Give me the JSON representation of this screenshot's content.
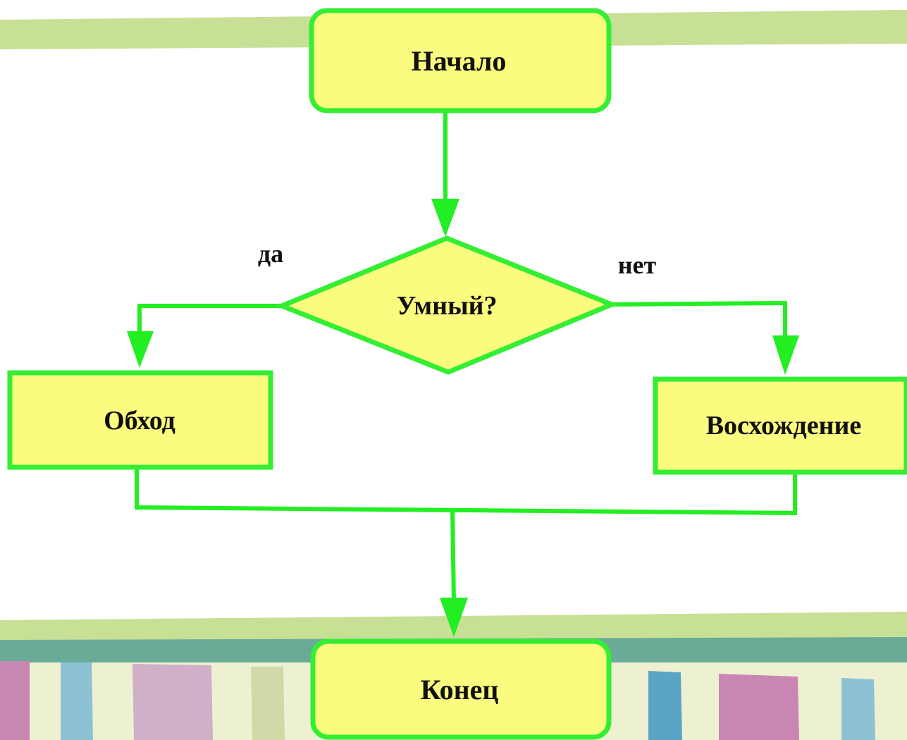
{
  "diagram": {
    "type": "flowchart",
    "nodes": {
      "start": "Начало",
      "decision": "Умный?",
      "left": "Обход",
      "right": "Восхождение",
      "end": "Конец"
    },
    "edge_labels": {
      "yes": "да",
      "no": "нет"
    }
  },
  "colors": {
    "node_fill": "#fbfb7f",
    "node_stroke": "#33ee33",
    "connector": "#22ee22",
    "band_light": "#c7e096",
    "band_teal": "#6aab98",
    "stripe_cream": "#eef0d2",
    "stripe_pink": "#c986b3",
    "stripe_blue": "#8cc2d4",
    "stripe_mauve": "#d0b0c8",
    "stripe_sage": "#d2d8a8"
  }
}
